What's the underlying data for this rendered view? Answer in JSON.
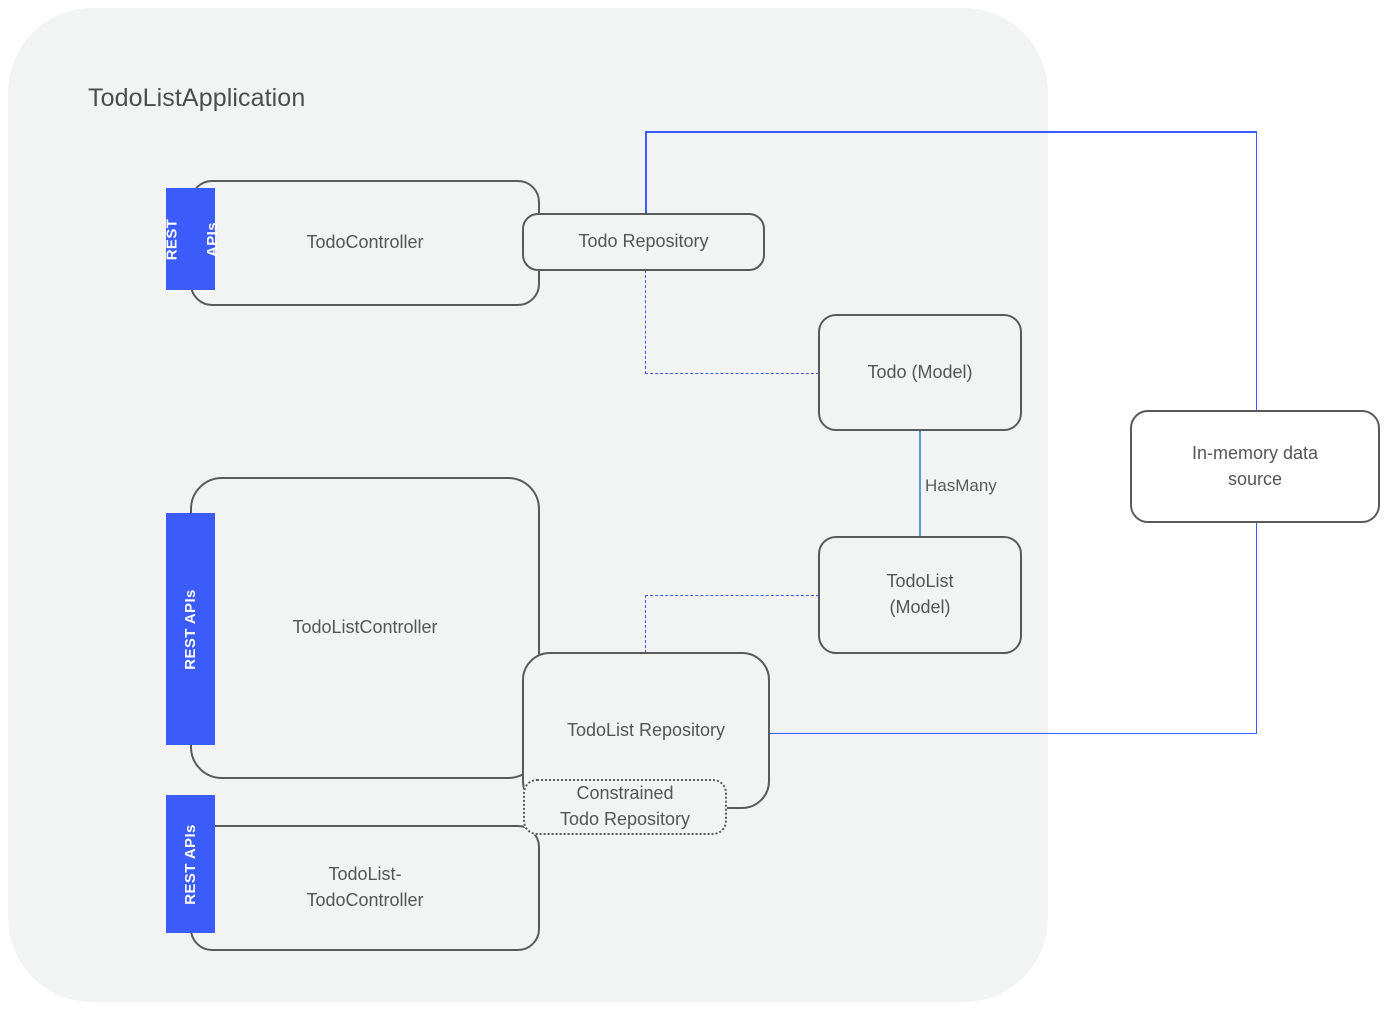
{
  "diagram": {
    "title": "TodoListApplication",
    "background_color": "#ffffff",
    "container_fill": "#f2f4f3",
    "node_border_color": "#5a5a5a",
    "node_text_color": "#555555",
    "connector_color": "#3b5bfa",
    "relation_arrow_color": "#5b9bd5",
    "badge_color": "#3b5bfa",
    "badge_text_color": "#ffffff"
  },
  "nodes": {
    "todo_controller": {
      "label": "TodoController"
    },
    "todo_repository": {
      "label": "Todo Repository"
    },
    "todo_model": {
      "label": "Todo (Model)"
    },
    "todolist_controller": {
      "label": "TodoListController"
    },
    "todolist_repository": {
      "label": "TodoList Repository"
    },
    "constrained_todo_repository": {
      "line1": "Constrained",
      "line2": "Todo Repository"
    },
    "todolist_model": {
      "line1": "TodoList",
      "line2": "(Model)"
    },
    "todolist_todo_controller": {
      "line1": "TodoList-",
      "line2": "TodoController"
    },
    "in_memory_data_source": {
      "line1": "In-memory data",
      "line2": "source"
    }
  },
  "badges": {
    "todo_controller": {
      "line1": "REST",
      "line2": "APIs"
    },
    "todolist_controller": {
      "label": "REST APIs"
    },
    "todolist_todo_controller": {
      "label": "REST APIs"
    }
  },
  "relations": {
    "has_many": {
      "label": "HasMany",
      "from": "TodoList (Model)",
      "to": "Todo (Model)",
      "style": "solid-arrow"
    }
  },
  "connections": [
    {
      "from": "Todo Repository",
      "to": "In-memory data source",
      "style": "solid"
    },
    {
      "from": "TodoList Repository",
      "to": "In-memory data source",
      "style": "solid"
    },
    {
      "from": "Todo Repository",
      "to": "Todo (Model)",
      "style": "dashed"
    },
    {
      "from": "TodoList (Model)",
      "to": "TodoList Repository",
      "style": "dashed"
    }
  ]
}
